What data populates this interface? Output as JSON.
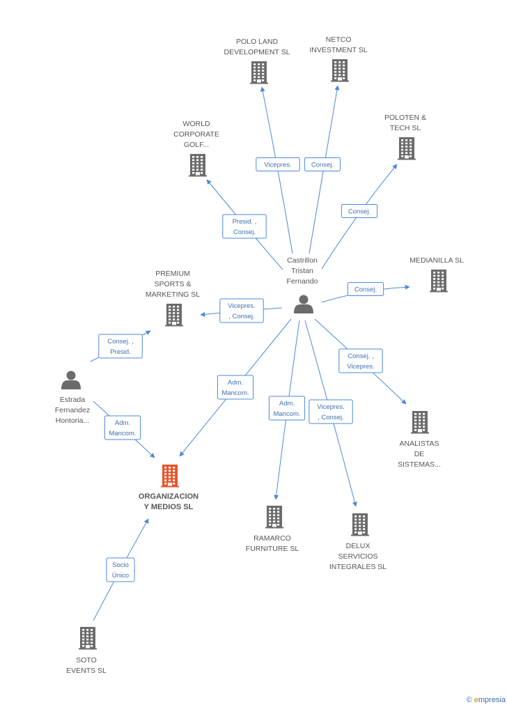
{
  "colors": {
    "edge": "#4a88d8",
    "company": "#6b6b6b",
    "company_main": "#e8532a",
    "person": "#6b6b6b"
  },
  "nodes": [
    {
      "id": "polo_land",
      "kind": "company",
      "lines": [
        "POLO LAND",
        "DEVELOPMENT SL"
      ]
    },
    {
      "id": "netco",
      "kind": "company",
      "lines": [
        "NETCO",
        "INVESTMENT  SL"
      ]
    },
    {
      "id": "poloten",
      "kind": "company",
      "lines": [
        "POLOTEN &",
        "TECH  SL"
      ]
    },
    {
      "id": "world",
      "kind": "company",
      "lines": [
        "WORLD",
        "CORPORATE",
        "GOLF..."
      ]
    },
    {
      "id": "medianilla",
      "kind": "company",
      "lines": [
        "MEDIANILLA SL"
      ]
    },
    {
      "id": "premium",
      "kind": "company",
      "lines": [
        "PREMIUM",
        "SPORTS &",
        "MARKETING SL"
      ]
    },
    {
      "id": "castrillon",
      "kind": "person",
      "lines": [
        "Castrillon",
        "Tristan",
        "Fernando"
      ]
    },
    {
      "id": "estrada",
      "kind": "person",
      "lines": [
        "Estrada",
        "Fernandez",
        "Hontoria..."
      ]
    },
    {
      "id": "analistas",
      "kind": "company",
      "lines": [
        "ANALISTAS",
        "DE",
        "SISTEMAS..."
      ]
    },
    {
      "id": "organizacion",
      "kind": "company_main",
      "lines": [
        "ORGANIZACION",
        "Y MEDIOS SL"
      ]
    },
    {
      "id": "ramarco",
      "kind": "company",
      "lines": [
        "RAMARCO",
        "FURNITURE SL"
      ]
    },
    {
      "id": "delux",
      "kind": "company",
      "lines": [
        "DELUX",
        "SERVICIOS",
        "INTEGRALES SL"
      ]
    },
    {
      "id": "soto",
      "kind": "company",
      "lines": [
        "SOTO",
        "EVENTS SL"
      ]
    }
  ],
  "edges": [
    {
      "from": "castrillon",
      "to": "polo_land",
      "label": [
        "Vicepres."
      ]
    },
    {
      "from": "castrillon",
      "to": "netco",
      "label": [
        "Consej."
      ]
    },
    {
      "from": "castrillon",
      "to": "poloten",
      "label": [
        "Consej."
      ]
    },
    {
      "from": "castrillon",
      "to": "world",
      "label": [
        "Presid. ,",
        "Consej."
      ]
    },
    {
      "from": "castrillon",
      "to": "medianilla",
      "label": [
        "Consej."
      ]
    },
    {
      "from": "castrillon",
      "to": "premium",
      "label": [
        "Vicepres.",
        ", Consej."
      ]
    },
    {
      "from": "castrillon",
      "to": "analistas",
      "label": [
        "Consej. ,",
        "Vicepres."
      ]
    },
    {
      "from": "castrillon",
      "to": "organizacion",
      "label": [
        "Adm.",
        "Mancom."
      ]
    },
    {
      "from": "castrillon",
      "to": "ramarco",
      "label": [
        "Adm.",
        "Mancom."
      ]
    },
    {
      "from": "castrillon",
      "to": "delux",
      "label": [
        "Vicepres.",
        ", Consej."
      ]
    },
    {
      "from": "estrada",
      "to": "premium",
      "label": [
        "Consej. ,",
        "Presid."
      ]
    },
    {
      "from": "estrada",
      "to": "organizacion",
      "label": [
        "Adm.",
        "Mancom."
      ]
    },
    {
      "from": "soto",
      "to": "organizacion",
      "label": [
        "Socio",
        "Único"
      ]
    }
  ],
  "watermark": {
    "copyright": "©",
    "brand_first": "e",
    "brand_rest": "mpresia"
  }
}
